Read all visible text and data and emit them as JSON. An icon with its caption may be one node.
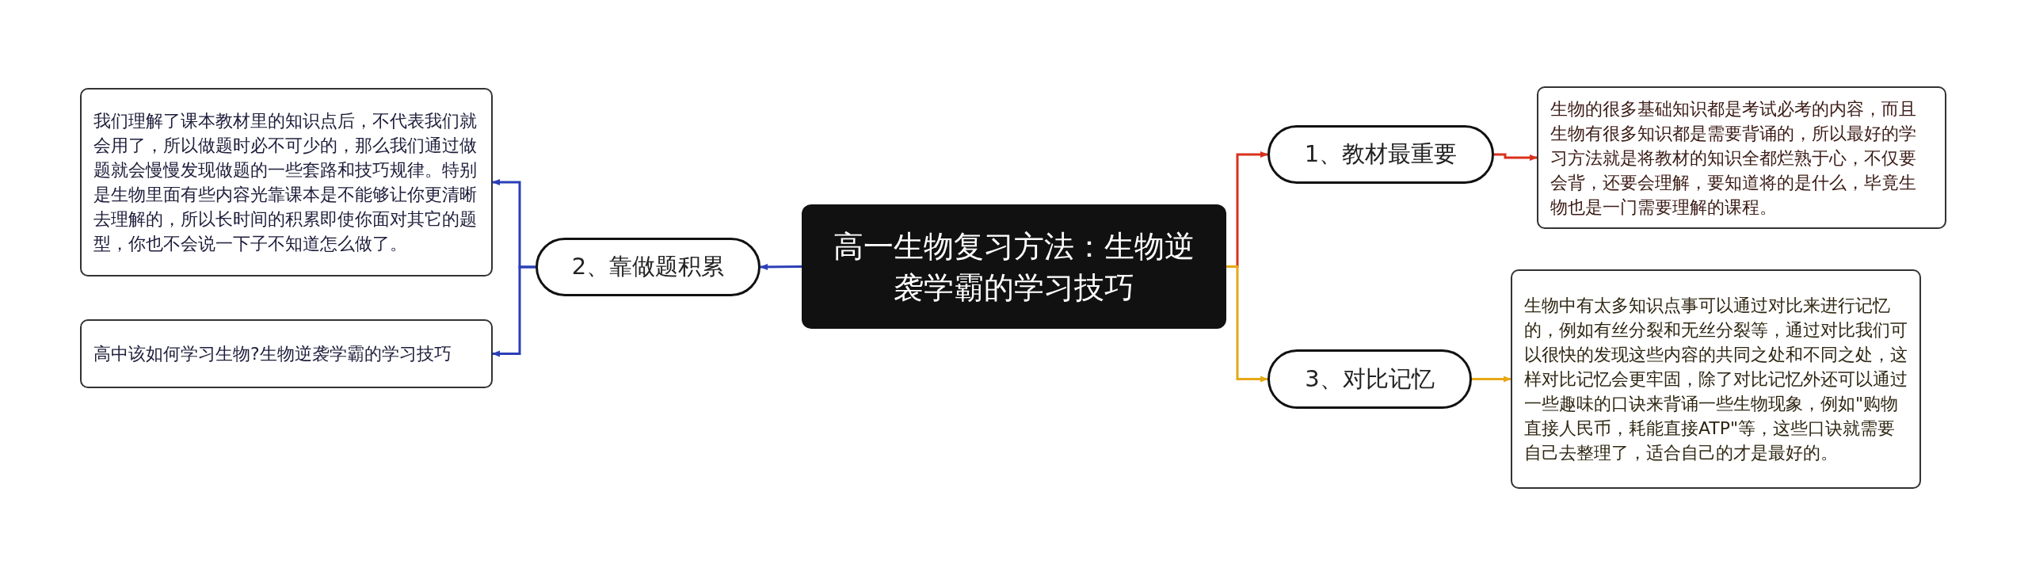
{
  "diagram": {
    "nodes": [
      {
        "text": [
          "高一生物复习方法：生物逆袭学霸的学习技巧"
        ]
      },
      {
        "text": [
          "1、教材最重要"
        ]
      },
      {
        "text": [
          "生物的很多基础知识都是考试必考的内容，而且生物有很多知识都是需要背诵的，所以最好的学习方法就是将教材的知识全都烂熟于心，不仅要会背，还要会理解，要知道将的是什么，毕竟生物也是一门需要理解的课程。"
        ]
      },
      {
        "text": [
          "2、靠做题积累"
        ]
      },
      {
        "text": [
          "我们理解了课本教材里的知识点后，不代表我们就会用了，所以做题时必不可少的，那么我们通过做题就会慢慢发现做题的一些套路和技巧规律。特别是生物里面有些内容光靠课本是不能够让你更清晰去理解的，所以长时间的积累即使你面对其它的题型，你也不会说一下子不知道怎么做了。"
        ]
      },
      {
        "text": [
          "高中该如何学习生物?生物逆袭学霸的学习技巧"
        ]
      },
      {
        "text": [
          "3、对比记忆"
        ]
      },
      {
        "text": [
          "生物中有太多知识点事可以通过对比来进行记忆的，例如有丝分裂和无丝分裂等，通过对比我们可以很快的发现这些内容的共同之处和不同之处，这样对比记忆会更牢固，除了对比记忆外还可以通过一些趣味的口诀来背诵一些生物现象，例如\"购物直接人民币，耗能直接ATP\"等，这些口诀就需要自己去整理了，适合自己的才是最好的。"
        ]
      }
    ],
    "edges": [
      {
        "from": 0,
        "to": 1,
        "arrow": "to",
        "color": "#d9301c"
      },
      {
        "from": 1,
        "to": 2,
        "arrow": "to",
        "color": "#d9301c"
      },
      {
        "from": 0,
        "to": 3,
        "arrow": "to",
        "color": "#2b3fb8"
      },
      {
        "from": 3,
        "to": 4,
        "arrow": "to",
        "color": "#2b3fb8"
      },
      {
        "from": 3,
        "to": 5,
        "arrow": "to",
        "color": "#2b3fb8"
      },
      {
        "from": 0,
        "to": 6,
        "arrow": "to",
        "color": "#e6a817"
      },
      {
        "from": 6,
        "to": 7,
        "arrow": "to",
        "color": "#e6a817"
      }
    ]
  }
}
